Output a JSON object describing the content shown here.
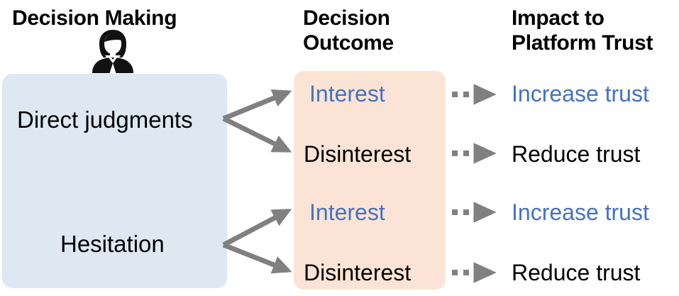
{
  "columns": {
    "decision_making": "Decision Making",
    "decision_outcome": "Decision\nOutcome",
    "impact_trust": "Impact to\nPlatform Trust"
  },
  "icons": {
    "person": "businesswoman-icon"
  },
  "colors": {
    "panel_decision_making": "#dde8f3",
    "panel_decision_outcome": "#fbe4d5",
    "accent_blue": "#4472c4",
    "text_black": "#000000",
    "arrow_gray": "#808080",
    "background": "#ffffff"
  },
  "stages": [
    {
      "label": "Direct judgments"
    },
    {
      "label": "Hesitation"
    }
  ],
  "flows": [
    {
      "stage": "Direct judgments",
      "outcome": "Interest",
      "outcome_color": "#4472c4",
      "impact": "Increase trust",
      "impact_color": "#4472c4"
    },
    {
      "stage": "Direct judgments",
      "outcome": "Disinterest",
      "outcome_color": "#000000",
      "impact": "Reduce trust",
      "impact_color": "#000000"
    },
    {
      "stage": "Hesitation",
      "outcome": "Interest",
      "outcome_color": "#4472c4",
      "impact": "Increase trust",
      "impact_color": "#4472c4"
    },
    {
      "stage": "Hesitation",
      "outcome": "Disinterest",
      "outcome_color": "#000000",
      "impact": "Reduce trust",
      "impact_color": "#000000"
    }
  ]
}
